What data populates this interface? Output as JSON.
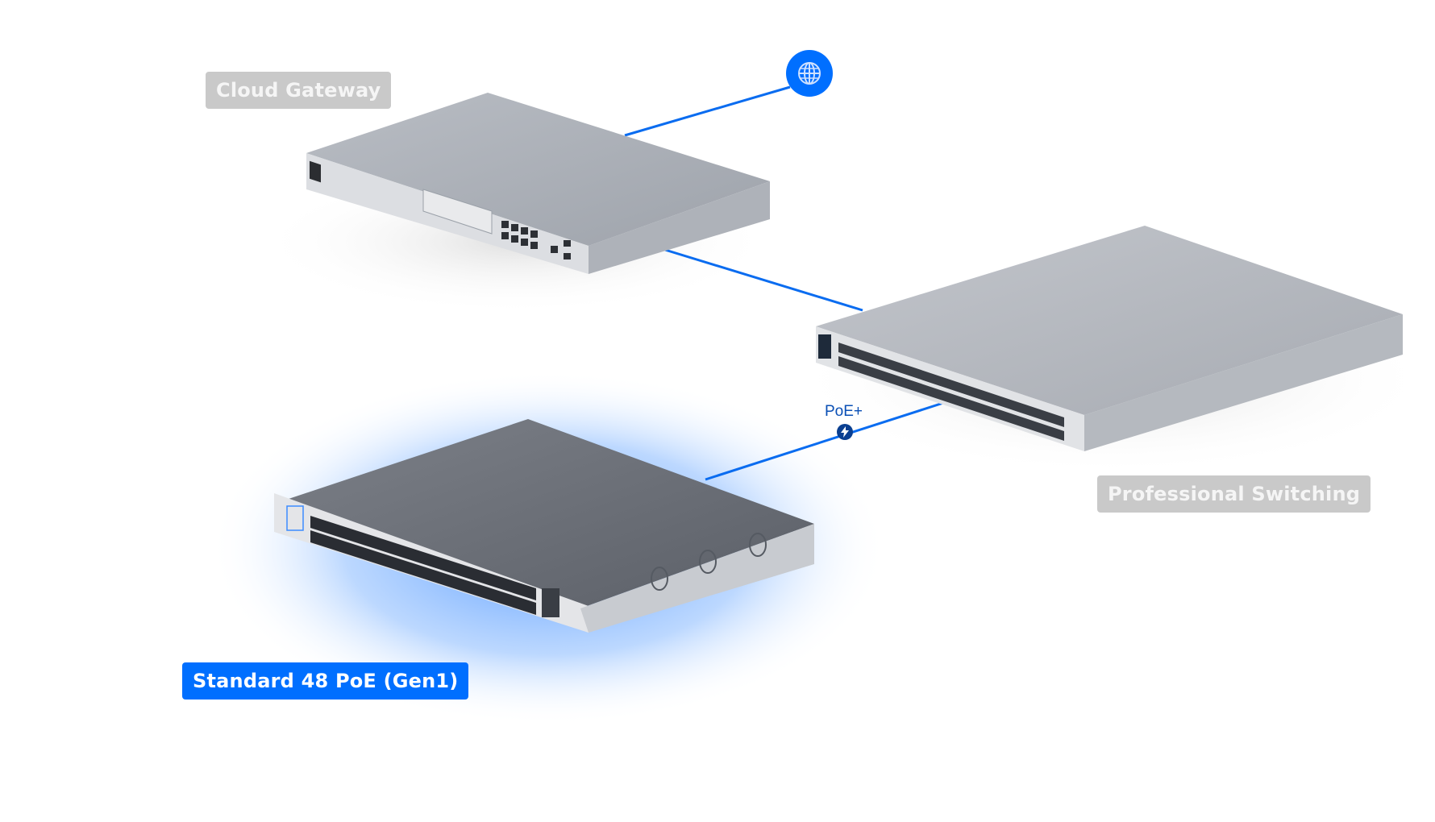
{
  "diagram": {
    "nodes": [
      {
        "id": "internet",
        "icon": "globe-icon"
      },
      {
        "id": "cloud-gateway",
        "label": "Cloud Gateway",
        "state": "inactive"
      },
      {
        "id": "professional-switch",
        "label": "Professional Switching",
        "state": "inactive"
      },
      {
        "id": "standard-48-poe",
        "label": "Standard 48 PoE (Gen1)",
        "state": "active"
      }
    ],
    "links": [
      {
        "from": "cloud-gateway",
        "to": "internet"
      },
      {
        "from": "cloud-gateway",
        "to": "professional-switch"
      },
      {
        "from": "professional-switch",
        "to": "standard-48-poe",
        "label": "PoE+",
        "icon": "lightning-icon"
      }
    ],
    "labels": {
      "cloud_gateway": "Cloud Gateway",
      "professional_switching": "Professional Switching",
      "standard_48_poe": "Standard 48 PoE (Gen1)",
      "poe_link": "PoE+"
    },
    "colors": {
      "accent": "#006fff",
      "link": "#0a6cf0",
      "inactive_label_bg": "#c9c9c9",
      "poe_badge": "#0a3f91",
      "glow": "#3d8bff"
    }
  }
}
